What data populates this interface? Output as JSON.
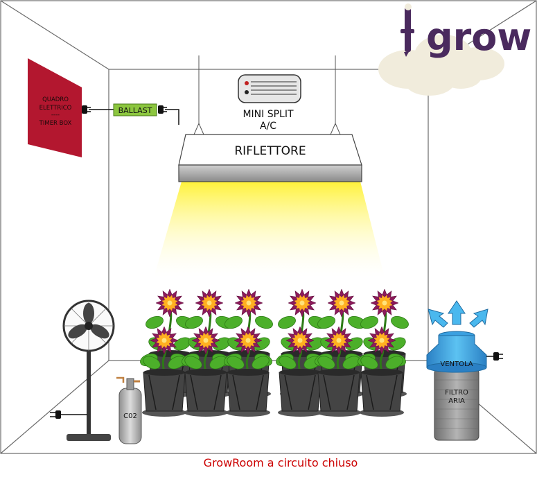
{
  "brand": {
    "name": "grow",
    "color": "#4a2a5e"
  },
  "labels": {
    "electrical_panel": [
      "QUADRO",
      "ELETTRICO",
      "----",
      "TIMER BOX"
    ],
    "ballast": "BALLAST",
    "mini_split": [
      "MINI SPLIT",
      "A/C"
    ],
    "reflector": "RIFLETTORE",
    "fan_duct": "VENTOLA",
    "air_filter": [
      "FILTRO",
      "ARIA"
    ],
    "co2": "C02"
  },
  "caption": "GrowRoom a circuito chiuso",
  "colors": {
    "caption": "#cc0000",
    "panel": "#b3172f",
    "ballast": "#8cc63f",
    "light": "#ffee33",
    "duct": "#3aa0e0",
    "filter": "#8a8a8a",
    "leaf": "#4caf2a",
    "petal": "#8b1a5a",
    "flower_center": "#ffb020",
    "pot": "#444444"
  },
  "icons": {
    "plug": "plug-icon",
    "fan": "fan-icon",
    "airflow": "airflow-arrow-icon",
    "co2_tank": "gas-tank-icon"
  }
}
